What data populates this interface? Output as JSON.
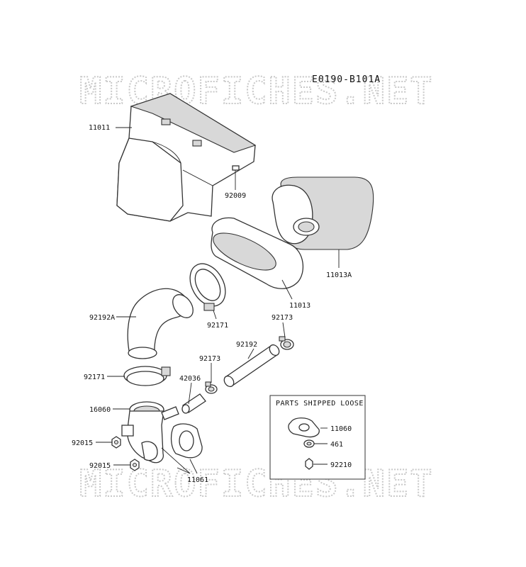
{
  "diagram_code": "E0190-B101A",
  "watermark": "MICROFICHES.NET",
  "parts_box_title": "PARTS SHIPPED LOOSE",
  "labels": {
    "p11011": "11011",
    "p92009": "92009",
    "p11013A": "11013A",
    "p11013": "11013",
    "p92192A": "92192A",
    "p92171a": "92171",
    "p92173a": "92173",
    "p92192": "92192",
    "p92173b": "92173",
    "p92171b": "92171",
    "p42036": "42036",
    "p16060": "16060",
    "p92015a": "92015",
    "p92015b": "92015",
    "p11061": "11061",
    "p11060": "11060",
    "p461": "461",
    "p92210": "92210"
  }
}
